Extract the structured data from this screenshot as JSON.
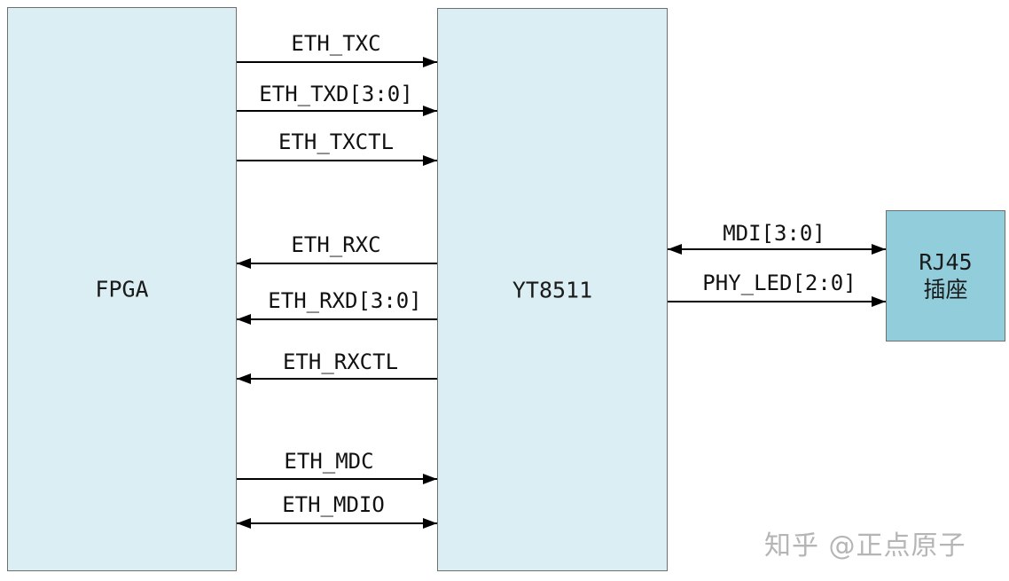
{
  "colors": {
    "fpga_fill": "#daeef3",
    "phy_fill": "#daeef3",
    "rj45_fill": "#92cddc",
    "wire": "#000000"
  },
  "blocks": {
    "fpga": "FPGA",
    "phy": "YT8511",
    "rj45_line1": "RJ45",
    "rj45_line2": "插座"
  },
  "signals": {
    "eth_txc": "ETH_TXC",
    "eth_txd": "ETH_TXD[3:0]",
    "eth_txctl": "ETH_TXCTL",
    "eth_rxc": "ETH_RXC",
    "eth_rxd": "ETH_RXD[3:0]",
    "eth_rxctl": "ETH_RXCTL",
    "eth_mdc": "ETH_MDC",
    "eth_mdio": "ETH_MDIO",
    "mdi": "MDI[3:0]",
    "phy_led": "PHY_LED[2:0]"
  },
  "watermark": "知乎 @正点原子"
}
